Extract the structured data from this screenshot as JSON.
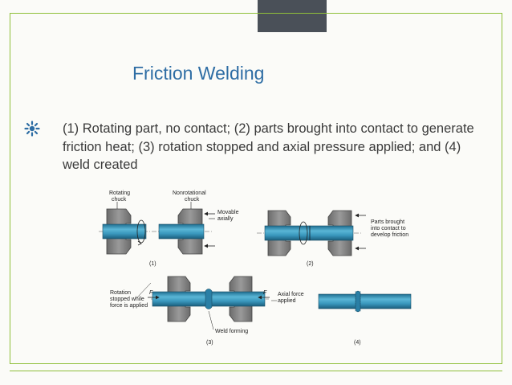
{
  "title": "Friction Welding",
  "body": "(1) Rotating part, no contact; (2) parts brought into contact to generate friction heat; (3) rotation stopped and axial pressure applied; and (4) weld created",
  "figure": {
    "panel1": {
      "rotating_label_1": "Rotating",
      "rotating_label_2": "chuck",
      "nonrot_label_1": "Nonrotational",
      "nonrot_label_2": "chuck",
      "movable_label_1": "Movable",
      "movable_label_2": "axially",
      "number": "(1)"
    },
    "panel2": {
      "parts_label_1": "Parts brought",
      "parts_label_2": "into contact to",
      "parts_label_3": "develop friction",
      "number": "(2)"
    },
    "panel3": {
      "rotation_label_1": "Rotation",
      "rotation_label_2": "stopped while",
      "rotation_label_3": "force is applied",
      "force_symbol": "F",
      "axial_label_1": "Axial force",
      "axial_label_2": "applied",
      "weld_label": "Weld forming",
      "number": "(3)"
    },
    "panel4": {
      "number": "(4)"
    }
  },
  "colors": {
    "title": "#2e6da4",
    "frame": "#8fbf3a",
    "shaft": "#3a98bd",
    "chuck": "#7a7a7a",
    "body_text": "#3a3a3a"
  },
  "icons": [
    "bullet-sun-icon"
  ]
}
